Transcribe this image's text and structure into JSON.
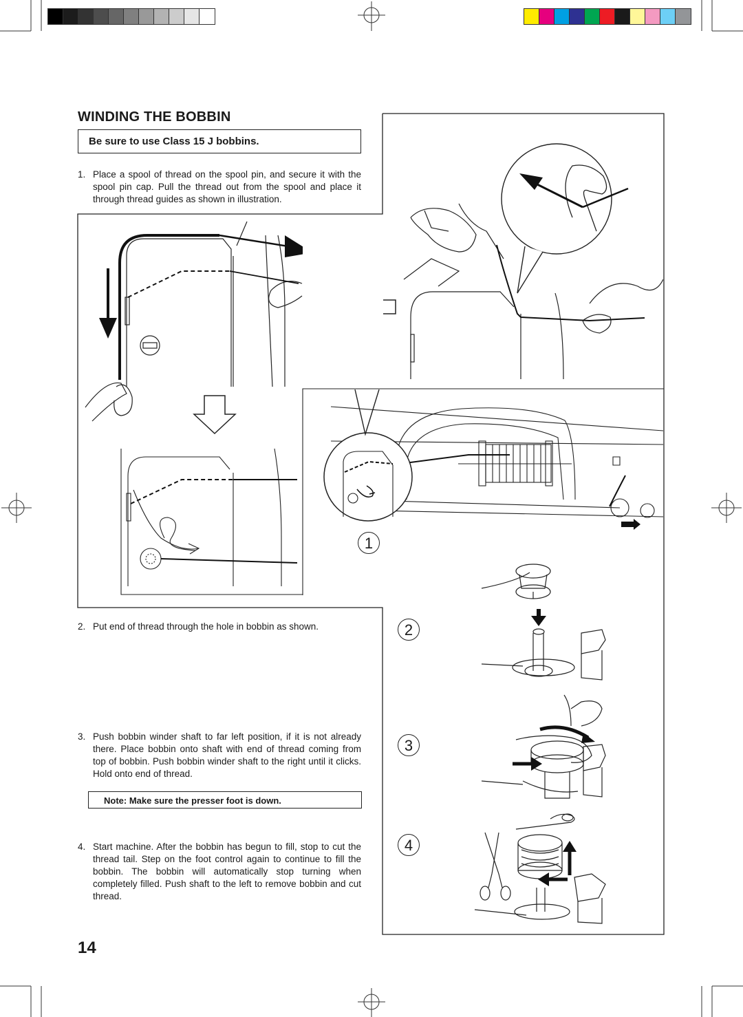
{
  "header": {
    "gray_swatches": [
      "#000000",
      "#1c1c1c",
      "#333333",
      "#4d4d4d",
      "#666666",
      "#808080",
      "#999999",
      "#b3b3b3",
      "#cccccc",
      "#e6e6e6",
      "#ffffff"
    ],
    "color_swatches": [
      "#ffec00",
      "#e6007e",
      "#00a0e3",
      "#2e3192",
      "#00a651",
      "#ed1c24",
      "#1a1a1a",
      "#fff799",
      "#f49ac1",
      "#6dcff6",
      "#939598"
    ]
  },
  "section": {
    "title": "WINDING THE BOBBIN",
    "warning": "Be sure to use Class 15 J bobbins."
  },
  "steps": [
    {
      "num": "1.",
      "text": "Place a spool of thread on the spool pin, and secure it with the spool pin cap. Pull the thread out from the spool and place it through thread guides as shown in illustration."
    },
    {
      "num": "2.",
      "text": "Put end of thread through the hole in bobbin as shown."
    },
    {
      "num": "3.",
      "text": "Push bobbin winder shaft to far left position, if it is not already there. Place bobbin onto shaft with end of thread coming from top of bobbin. Push bobbin winder shaft to the right until it clicks. Hold onto end of thread."
    },
    {
      "num": "4.",
      "text": "Start machine. After the bobbin has begun to fill, stop to cut the thread tail. Step on the foot control again to continue to fill the bobbin. The bobbin will automatically stop turning when completely filled. Push shaft to the left to remove bobbin and cut thread."
    }
  ],
  "note": "Note: Make sure the presser foot is down.",
  "figure_labels": [
    "1",
    "2",
    "3",
    "4"
  ],
  "page_number": "14"
}
